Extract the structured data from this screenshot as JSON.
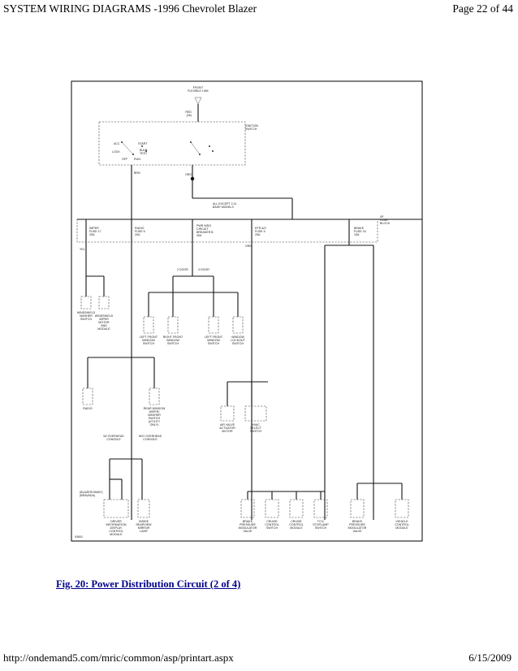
{
  "header": {
    "title": "SYSTEM WIRING DIAGRAMS -1996 Chevrolet Blazer",
    "page": "Page 22 of 44"
  },
  "footer": {
    "url": "http://ondemand5.com/mric/common/asp/printart.aspx",
    "date": "6/15/2009"
  },
  "caption": "Fig. 20: Power Distribution Circuit (2 of 4)",
  "diagram": {
    "fusible_link": "FRONT\nFLEXIBLE LINK",
    "wire_red_top": "RED\n(2b)",
    "ignition_switch": "IGNITION\nSWITCH",
    "switch_positions": [
      "ACC",
      "START",
      "LOCK",
      "BULB\nTEST",
      "OFF",
      "RUN"
    ],
    "wire_labels": [
      "BRN",
      "ORG",
      "YEL",
      "GRN"
    ],
    "note_all_except": "ALL EXCEPT 2.2L\nBASE MODELS",
    "ip_fuse_block": "I/P\nFUSE\nBLOCK",
    "fuses": [
      "WIPER\nFUSE 17\n25A",
      "RADIO\nFUSE 6\n20A",
      "PWR WDO\nCIRCUIT\nBREAKER B\n30A",
      "RTR A/C\nFUSE 5\n25A",
      "BRAKE\nFUSE 16\n15A"
    ],
    "door_labels": [
      "2 DOOR",
      "4 DOOR"
    ],
    "components": [
      "WINDSHIELD\nWASHER\nSWITCH",
      "WINDSHIELD\nWIPER\nMOTOR\nAND\nMODULE",
      "LEFT FRONT\nWINDOW\nSWITCH",
      "RIGHT FRONT\nWINDOW\nSWITCH",
      "LEFT FRONT\nWINDOW\nSWITCH",
      "WINDOW\nLOCKOUT\nSWITCH",
      "RADIO",
      "REAR WINDOW\nWIPER/\nWASHER\nSWITCH\n(UTILITY\nONLY)",
      "AIR VALVE\nACTUATOR\nMOTOR",
      "HVAC\nSELECT\nSWITCH",
      "DRIVER\nINFORMATION\nDISPLAY\nCONTROL\nMODULE",
      "INSIDE\nREARVIEW\nMIRROR\nLAMP",
      "BRAKE\nPRESSURE\nMODULATOR\nVALVE",
      "CRUISE\nCONTROL\nSWITCH",
      "CRUISE\nCONTROL\nMODULE",
      "TCC/\nSTOPLAMP\nSWITCH",
      "BRAKE\nPRESSURE\nMODULATOR\nVALVE",
      "VEHICLE\nCONTROL\nMODULE"
    ],
    "overhead_labels": [
      "W/ OVERHEAD\nCONSOLE",
      "W/O OVERHEAD\nCONSOLE"
    ],
    "blazer_label": "(BLAZER/JIMMY)\n(BRAVADA)",
    "figure_id": "93601"
  }
}
